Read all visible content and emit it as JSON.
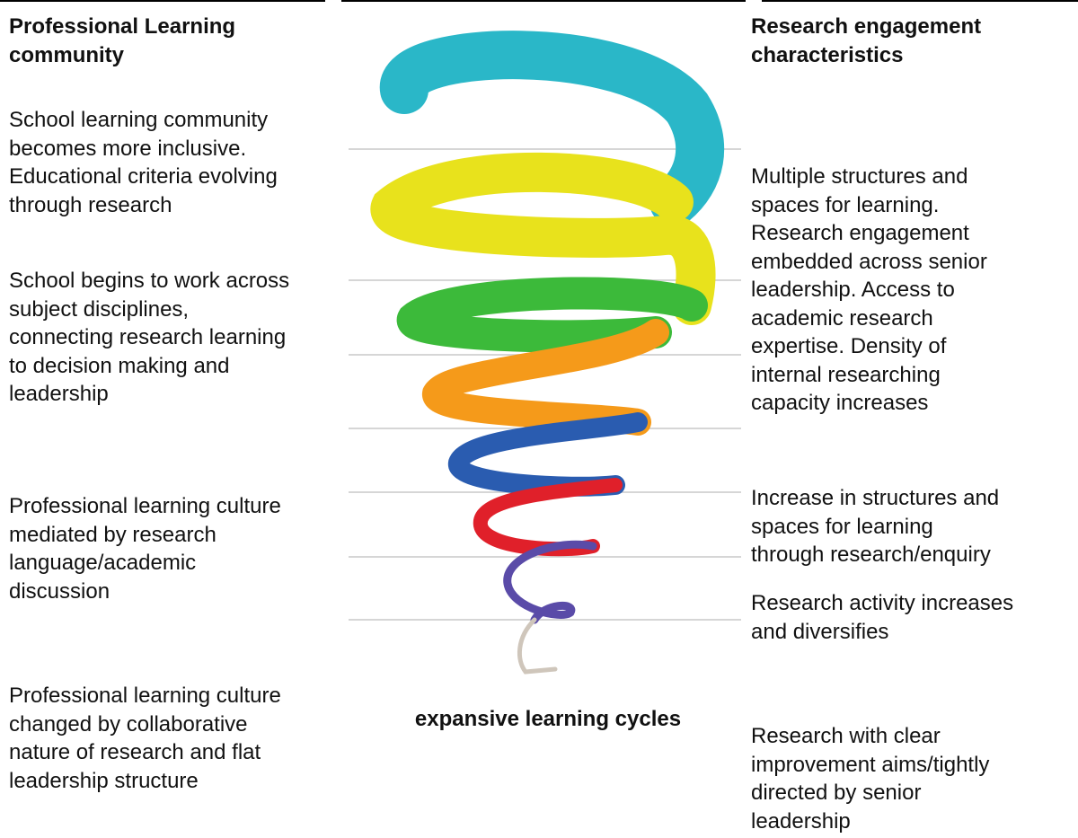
{
  "left": {
    "heading": "Professional Learning\ncommunity",
    "items": [
      "School learning community\nbecomes more inclusive.\nEducational criteria evolving\nthrough research",
      "School begins to work across\nsubject disciplines,\nconnecting research learning\nto decision making and\nleadership",
      "Professional learning culture\nmediated by research\nlanguage/academic\ndiscussion",
      "Professional learning culture\nchanged by collaborative\nnature of research and flat\nleadership structure"
    ]
  },
  "center": {
    "caption": "expansive learning cycles",
    "band_colors": [
      "#2ab7c8",
      "#e8e21c",
      "#3cba3a",
      "#f59a1a",
      "#2a5cb0",
      "#e0202a",
      "#5a4ba8",
      "#cfc6bb"
    ]
  },
  "right": {
    "heading": "Research engagement\ncharacteristics",
    "items": [
      "Multiple structures and\nspaces for learning.\nResearch engagement\nembedded across senior\nleadership. Access to\nacademic research\nexpertise. Density of\ninternal researching\ncapacity increases",
      " Increase in structures and\nspaces for learning\nthrough research/enquiry",
      "Research activity increases\nand diversifies",
      "Research with clear\nimprovement aims/tightly\ndirected by senior\nleadership"
    ]
  }
}
